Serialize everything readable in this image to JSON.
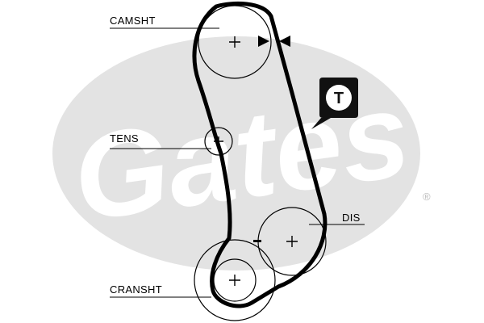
{
  "labels": {
    "camshaft": "CAMSHT",
    "tensioner": "TENS",
    "distributor": "DIS",
    "crankshaft": "CRANSHT"
  },
  "badge": {
    "letter": "T"
  },
  "watermark": {
    "text": "Gates",
    "registered": "®"
  },
  "colors": {
    "ink": "#000000",
    "watermark": "#e3e3e3",
    "badge_bg": "#111111",
    "badge_text": "#ffffff"
  }
}
